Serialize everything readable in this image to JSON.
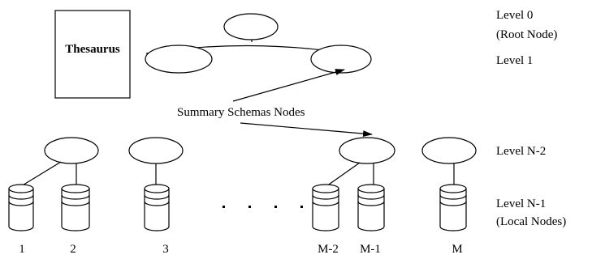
{
  "thesaurus": {
    "label": "Thesaurus"
  },
  "levels": [
    {
      "line1": "Level 0",
      "line2": "(Root Node)"
    },
    {
      "line1": "Level 1",
      "line2": ""
    },
    {
      "line1": "Level N-2",
      "line2": ""
    },
    {
      "line1": "Level N-1",
      "line2": "(Local Nodes)"
    }
  ],
  "summary_label": "Summary Schemas Nodes",
  "local_node_labels": [
    "1",
    "2",
    "3",
    "M-2",
    "M-1",
    "M"
  ],
  "ellipsis_marker": "…"
}
